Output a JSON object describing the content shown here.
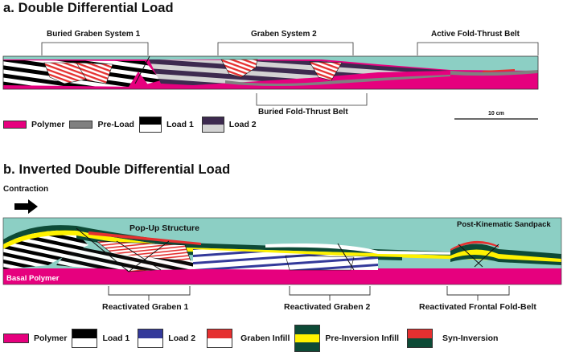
{
  "panel_a": {
    "title": "a. Double Differential Load",
    "labels": {
      "buried_graben_1": "Buried Graben System 1",
      "graben_2": "Graben System 2",
      "active_fold_thrust": "Active Fold-Thrust Belt",
      "buried_fold_thrust": "Buried Fold-Thrust Belt"
    },
    "scale_bar": "10 cm",
    "legend": [
      {
        "label": "Polymer",
        "top": "#e6007e",
        "bottom": null
      },
      {
        "label": "Pre-Load",
        "top": "#808080",
        "bottom": null
      },
      {
        "label": "Load 1",
        "top": "#000000",
        "bottom": "#ffffff"
      },
      {
        "label": "Load 2",
        "top": "#3d2a4f",
        "bottom": "#d3d3d3"
      }
    ]
  },
  "panel_b": {
    "title": "b. Inverted Double Differential Load",
    "contraction_label": "Contraction",
    "labels": {
      "pop_up": "Pop-Up Structure",
      "sandpack": "Post-Kinematic Sandpack",
      "basal_polymer": "Basal Polymer",
      "graben_1": "Reactivated Graben 1",
      "graben_2": "Reactivated Graben 2",
      "frontal": "Reactivated Frontal Fold-Belt"
    },
    "legend": [
      {
        "label": "Polymer",
        "colors": [
          "#e6007e"
        ]
      },
      {
        "label": "Load 1",
        "colors": [
          "#000000",
          "#ffffff"
        ]
      },
      {
        "label": "Load 2",
        "colors": [
          "#33399a",
          "#ffffff"
        ]
      },
      {
        "label": "Graben Infill",
        "colors": [
          "#e53030",
          "#ffffff"
        ]
      },
      {
        "label": "Pre-Inversion Infill",
        "colors": [
          "#0d4a36",
          "#fff200",
          "#0d4a36"
        ]
      },
      {
        "label": "Syn-Inversion",
        "colors": [
          "#e53030",
          "#0d4a36"
        ]
      }
    ]
  },
  "colors": {
    "polymer": "#e6007e",
    "sand_cover": "#8ccfc4",
    "preload": "#808080",
    "load1_dark": "#000000",
    "load2_dark": "#3d2a4f",
    "load2_light": "#d3d3d3",
    "load2_blue": "#33399a",
    "graben_red": "#e53030",
    "green": "#0d4a36",
    "yellow": "#fff200"
  }
}
